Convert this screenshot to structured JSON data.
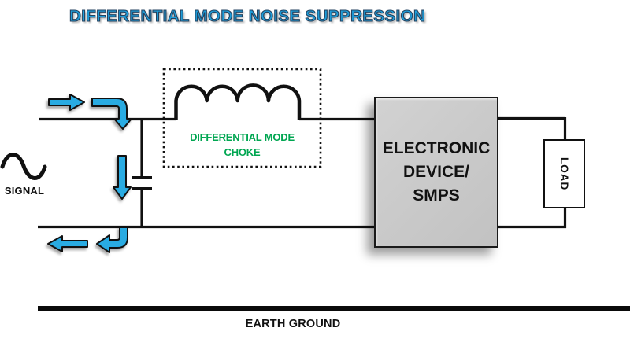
{
  "title": "DIFFERENTIAL MODE NOISE SUPPRESSION",
  "source": {
    "label": "SIGNAL",
    "icon": "sine-wave-icon"
  },
  "choke": {
    "label_line1": "DIFFERENTIAL MODE",
    "label_line2": "CHOKE",
    "icon": "inductor-coil-icon",
    "enclosure": "dotted-outline-box"
  },
  "capacitor": {
    "icon": "capacitor-icon"
  },
  "device": {
    "line1": "ELECTRONIC",
    "line2": "DEVICE/",
    "line3": "SMPS"
  },
  "load": {
    "label": "LOAD"
  },
  "ground": {
    "label": "EARTH GROUND"
  },
  "arrows": {
    "top_incoming": "flow-arrow-right-icon",
    "top_bend_down": "flow-arrow-bend-down-icon",
    "bottom_outgoing": "flow-arrow-left-icon",
    "bottom_bend_left": "flow-arrow-bend-left-icon"
  },
  "colors": {
    "title_blue": "#1E9CD8",
    "title_outline": "#24425F",
    "arrow_blue": "#29ABE2",
    "choke_green": "#00A651",
    "device_gray": "#C9C9C9",
    "wire_black": "#111111",
    "background": "#FFFFFF"
  }
}
